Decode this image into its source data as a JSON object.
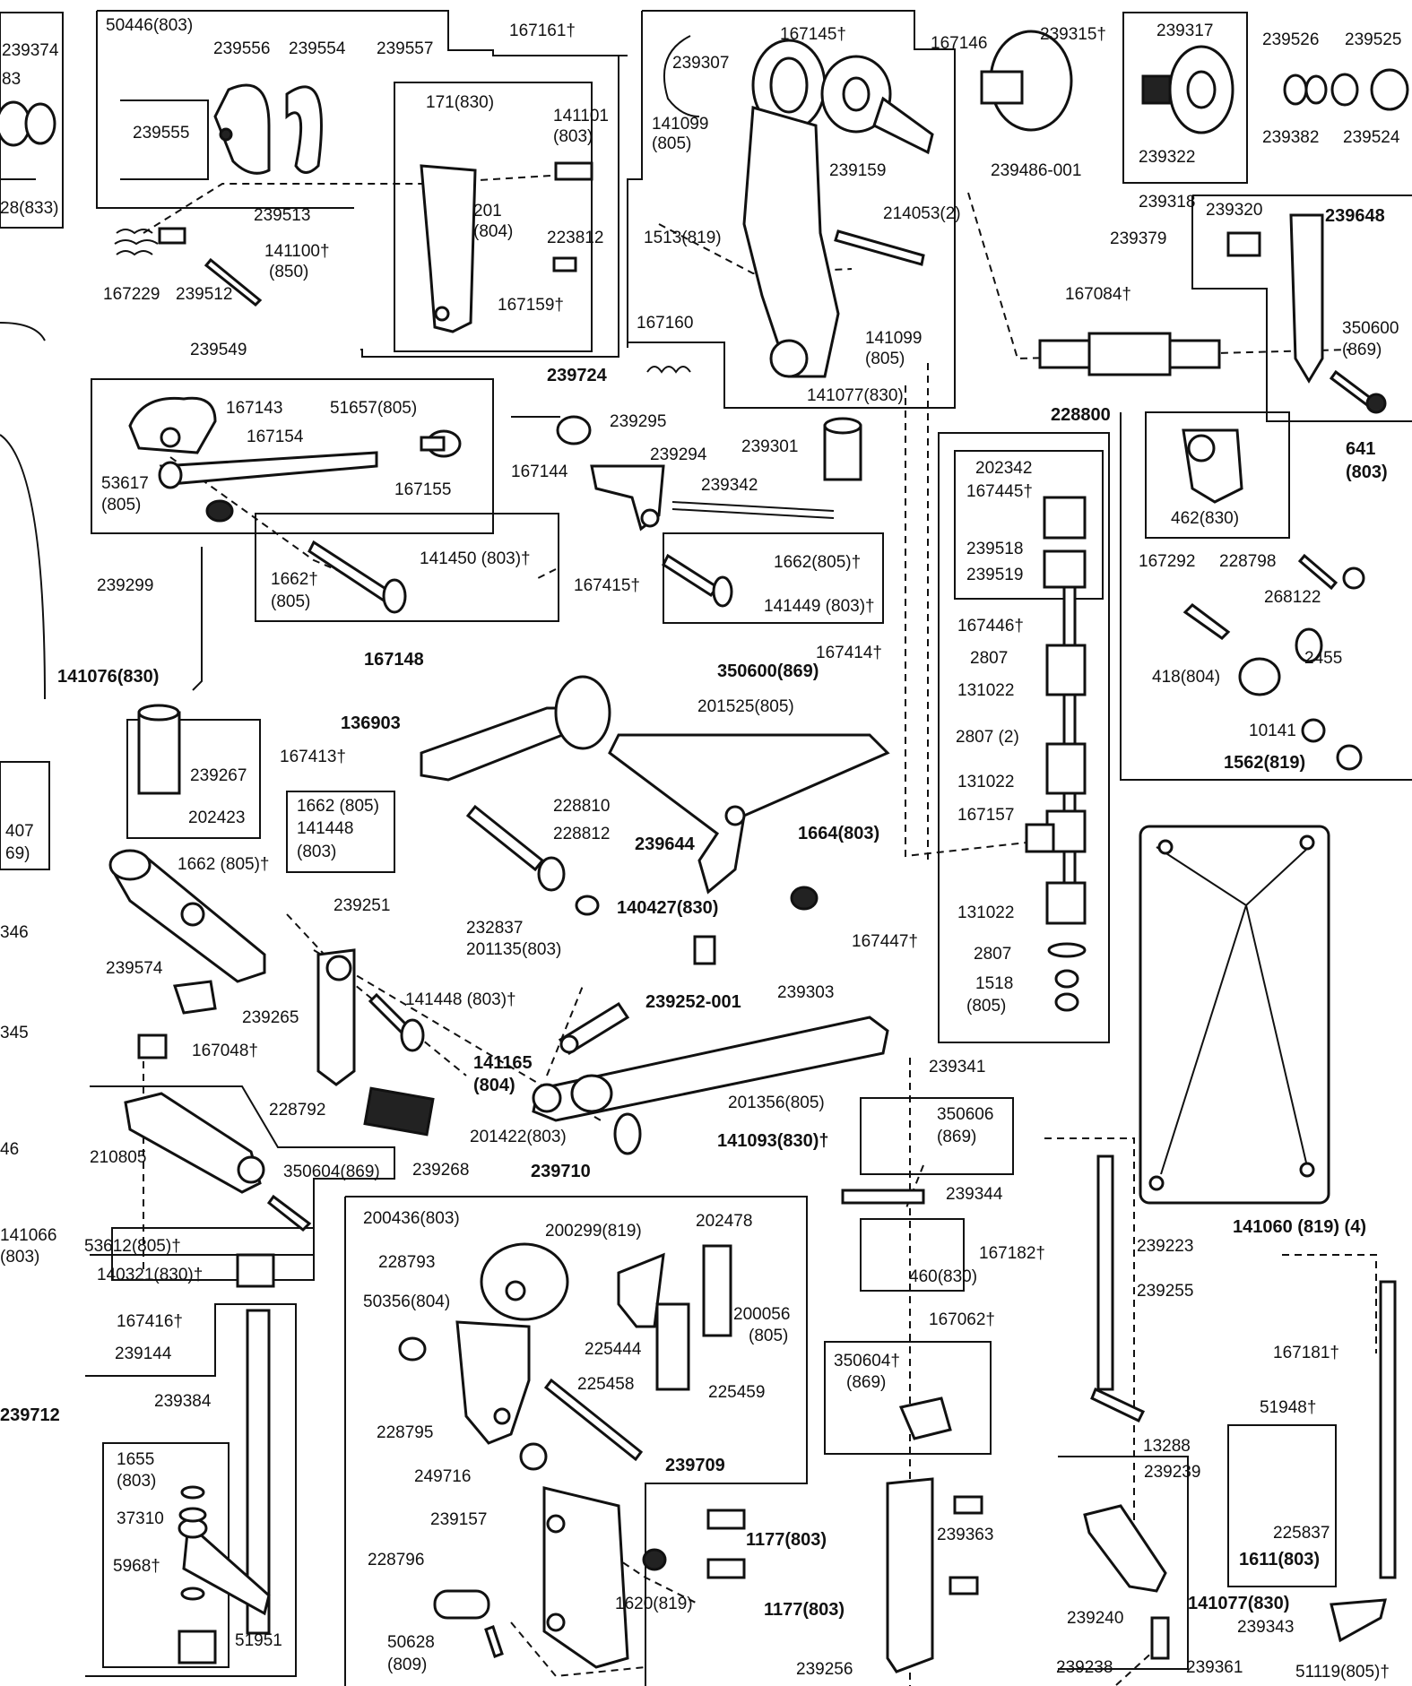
{
  "labels": [
    "50446(803)",
    "239556",
    "239554",
    "239557",
    "167161†",
    "239374",
    "83",
    "28(833)",
    "239555",
    "171(830)",
    "141101",
    "(803)",
    "239513",
    "201",
    "(804)",
    "223812",
    "141100†",
    "(850)",
    "167229",
    "239512",
    "167159†",
    "239549",
    "239307",
    "167145†",
    "167146",
    "141099",
    "(805)",
    "239159",
    "1513(819)",
    "214053(2)",
    "167160",
    "141099",
    "(805)",
    "239724",
    "141077(830)",
    "239315†",
    "239317",
    "239526",
    "239525",
    "239486-001",
    "239322",
    "239382",
    "239524",
    "239318",
    "239320",
    "239648",
    "239379",
    "167084†",
    "350600",
    "(869)",
    "228800",
    "167143",
    "51657(805)",
    "167154",
    "167144",
    "167155",
    "53617",
    "(805)",
    "239295",
    "239294",
    "239342",
    "239301",
    "202342",
    "167445†",
    "239518",
    "239519",
    "641",
    "(803)",
    "462(830)",
    "167292",
    "228798",
    "268122",
    "239299",
    "1662†",
    "(805)",
    "141450 (803)†",
    "167415†",
    "1662(805)†",
    "141449 (803)†",
    "167414†",
    "167446†",
    "2807",
    "131022",
    "2807 (2)",
    "131022",
    "167157",
    "131022",
    "2807",
    "1518",
    "(805)",
    "167447†",
    "418(804)",
    "2455",
    "10141",
    "1562(819)",
    "141076(830)",
    "167148",
    "350600(869)",
    "201525(805)",
    "136903",
    "239267",
    "202423",
    "167413†",
    "1662 (805)",
    "141448",
    "(803)",
    "407",
    "69)",
    "228810",
    "228812",
    "239644",
    "1664(803)",
    "1662 (805)†",
    "232837",
    "201135(803)",
    "140427(830)",
    "346",
    "239251",
    "239574",
    "239265",
    "141448 (803)†",
    "239252-001",
    "239303",
    "345",
    "167048†",
    "141165",
    "(804)",
    "228792",
    "201356(805)",
    "201422(803)",
    "141093(830)†",
    "239341",
    "350606",
    "(869)",
    "46",
    "210805",
    "350604(869)",
    "239268",
    "141066",
    "(803)",
    "53612(805)†",
    "140321(830)†",
    "167416†",
    "239710",
    "239344",
    "200436(803)",
    "200299(819)",
    "202478",
    "228793",
    "167182†",
    "460(830)",
    "239144",
    "50356(804)",
    "200056",
    "(805)",
    "225444",
    "167062†",
    "350604†",
    "(869)",
    "239712",
    "239384",
    "225458",
    "225459",
    "228795",
    "1655",
    "(803)",
    "37310",
    "249716",
    "239709",
    "5968†",
    "239157",
    "1177(803)",
    "228796",
    "1620(819)",
    "51951",
    "50628",
    "(809)",
    "1177(803)",
    "239256",
    "239363",
    "239223",
    "141060 (819) (4)",
    "239255",
    "167181†",
    "51948†",
    "13288",
    "239239",
    "225837",
    "1611(803)",
    "239240",
    "141077(830)",
    "239343",
    "239238",
    "239361",
    "51119(805)†"
  ]
}
